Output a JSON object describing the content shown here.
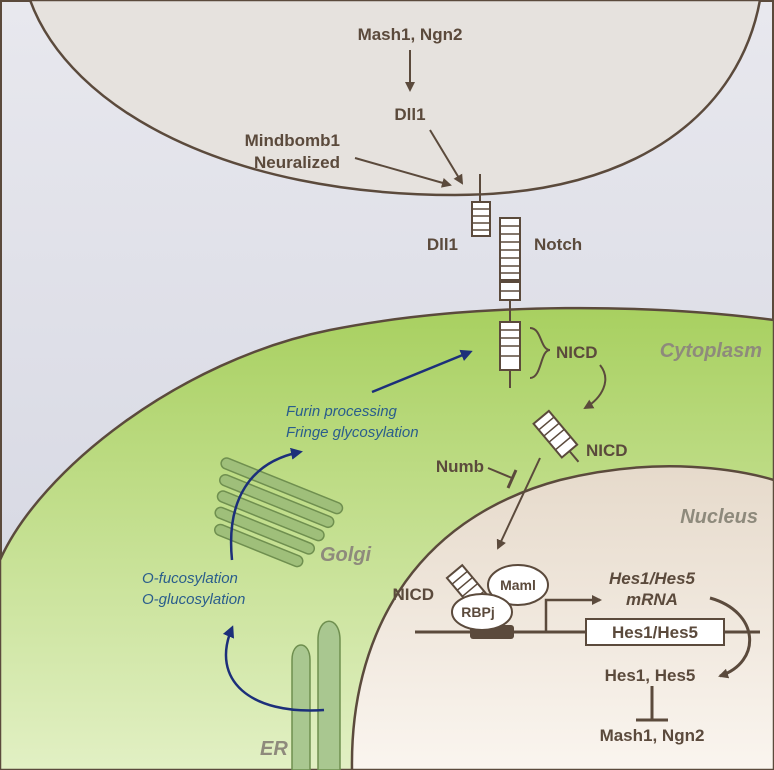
{
  "colors": {
    "background": "#dcdde6",
    "top_cell": "#e4e0dc",
    "cytoplasm": "#b9dc7c",
    "nucleus": "#ede3d8",
    "outline": "#5b4a3c",
    "text": "#5b4a3c",
    "blue_text": "#2a5d8c",
    "blue_arrow": "#1c2f7a",
    "region_text": "#8e8a7c"
  },
  "labels": {
    "mash1_ngn2_top": "Mash1, Ngn2",
    "dll1_top": "Dll1",
    "mindbomb1": "Mindbomb1",
    "neuralized": "Neuralized",
    "dll1_receptor": "Dll1",
    "notch": "Notch",
    "nicd_bracket": "NICD",
    "cytoplasm": "Cytoplasm",
    "furin_processing": "Furin processing",
    "fringe_glycosylation": "Fringe glycosylation",
    "nicd_free": "NICD",
    "numb": "Numb",
    "nucleus": "Nucleus",
    "golgi": "Golgi",
    "o_fucosylation": "O-fucosylation",
    "o_glucosylation": "O-glucosylation",
    "nicd_complex": "NICD",
    "maml": "Maml",
    "rbpj": "RBPj",
    "hes_mrna_line1": "Hes1/Hes5",
    "hes_mrna_line2": "mRNA",
    "hes_gene": "Hes1/Hes5",
    "hes_proteins": "Hes1, Hes5",
    "mash1_ngn2_bottom": "Mash1, Ngn2",
    "er": "ER"
  }
}
